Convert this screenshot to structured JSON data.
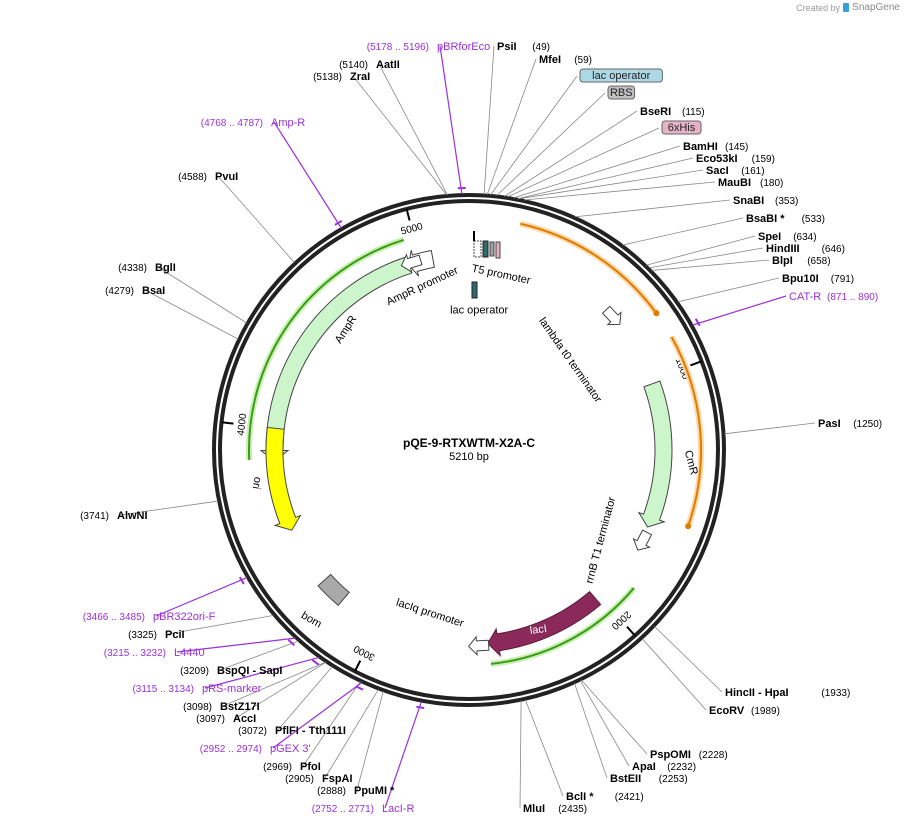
{
  "credit": {
    "text": "Created by",
    "brand": "SnapGene"
  },
  "plasmid": {
    "name": "pQE-9-RTXWTM-X2A-C",
    "length_label": "5210 bp",
    "length": 5210
  },
  "colors": {
    "backbone": "#222222",
    "site": "#000000",
    "primer": "#9b30d9",
    "ampr": "#ccf5cc",
    "cmr": "#ccf5cc",
    "ori": "#ffff00",
    "laci": "#8b2a5a",
    "bom": "#a9a9a9",
    "orange": "#e07b00",
    "green_track": "#3a9a1a",
    "lac_operator_fill": "#add8e6",
    "rbs_fill": "#c0c0c0",
    "his_fill": "#e6b3c6"
  },
  "ticks": [
    {
      "pos": 1000,
      "label": "1000"
    },
    {
      "pos": 2000,
      "label": "2000"
    },
    {
      "pos": 3000,
      "label": "3000"
    },
    {
      "pos": 4000,
      "label": "4000"
    },
    {
      "pos": 5000,
      "label": "5000"
    }
  ],
  "features": [
    {
      "id": "amp-r",
      "name": "AmpR",
      "start": 3860,
      "end": 4950,
      "dir": -1,
      "type": "cds",
      "color": "#ccf5cc"
    },
    {
      "id": "ampr-promoter",
      "name": "AmpR promoter",
      "start": 4950,
      "end": 5055,
      "dir": -1,
      "type": "promoter",
      "color": "#ffffff"
    },
    {
      "id": "cm-r",
      "name": "CmR",
      "start": 1015,
      "end": 1640,
      "dir": 1,
      "type": "cds",
      "color": "#ccf5cc"
    },
    {
      "id": "ori",
      "name": "ori",
      "start": 3555,
      "end": 4000,
      "dir": -1,
      "type": "rep",
      "color": "#ffff00"
    },
    {
      "id": "lac-i",
      "name": "lacI",
      "start": 2020,
      "end": 2525,
      "dir": 1,
      "type": "cds",
      "color": "#8b2a5a"
    },
    {
      "id": "bom",
      "name": "bom",
      "start": 3185,
      "end": 3300,
      "dir": 0,
      "type": "misc",
      "color": "#a9a9a9"
    }
  ],
  "feature_labels": [
    {
      "id": "amp-r",
      "text": "AmpR",
      "angle": -57
    },
    {
      "id": "ampr-promoter",
      "text": "AmpR promoter",
      "angle": -25
    },
    {
      "id": "cm-r",
      "text": "CmR",
      "angle": 75
    },
    {
      "id": "ori",
      "text": "ori",
      "angle": 100
    },
    {
      "id": "lac-i",
      "text": "lacI",
      "angle": -8
    },
    {
      "id": "bom",
      "text": "bom",
      "angle": 30
    },
    {
      "id": "lacIq-promoter",
      "text": "lacIq promoter",
      "angle": 18
    },
    {
      "id": "t5-promoter",
      "text": "T5 promoter",
      "angle": 12
    },
    {
      "id": "lac-operator-in",
      "text": "lac operator",
      "angle": 0
    },
    {
      "id": "lambda-t0",
      "text": "lambda t0 terminator",
      "angle": 55
    },
    {
      "id": "rrnb-t1",
      "text": "rrnB T1 terminator",
      "angle": -75
    }
  ],
  "sites": [
    {
      "name": "PsiI",
      "pos_label": "(49)",
      "pos": 49,
      "kind": "enzyme"
    },
    {
      "name": "MfeI",
      "pos_label": "(59)",
      "pos": 59,
      "kind": "enzyme"
    },
    {
      "name": "lac operator",
      "pos": 70,
      "kind": "feature-box"
    },
    {
      "name": "RBS",
      "pos": 90,
      "kind": "feature-box"
    },
    {
      "name": "BseRI",
      "pos_label": "(115)",
      "pos": 115,
      "kind": "enzyme"
    },
    {
      "name": "6xHis",
      "pos": 125,
      "kind": "feature-box"
    },
    {
      "name": "BamHI",
      "pos_label": "(145)",
      "pos": 145,
      "kind": "enzyme"
    },
    {
      "name": "Eco53kI",
      "pos_label": "(159)",
      "pos": 159,
      "kind": "enzyme"
    },
    {
      "name": "SacI",
      "pos_label": "(161)",
      "pos": 161,
      "kind": "enzyme"
    },
    {
      "name": "MauBI",
      "pos_label": "(180)",
      "pos": 180,
      "kind": "enzyme"
    },
    {
      "name": "SnaBI",
      "pos_label": "(353)",
      "pos": 353,
      "kind": "enzyme"
    },
    {
      "name": "BsaBI *",
      "pos_label": "(533)",
      "pos": 533,
      "kind": "enzyme"
    },
    {
      "name": "SpeI",
      "pos_label": "(634)",
      "pos": 634,
      "kind": "enzyme"
    },
    {
      "name": "HindIII",
      "pos_label": "(646)",
      "pos": 646,
      "kind": "enzyme"
    },
    {
      "name": "BlpI",
      "pos_label": "(658)",
      "pos": 658,
      "kind": "enzyme"
    },
    {
      "name": "Bpu10I",
      "pos_label": "(791)",
      "pos": 791,
      "kind": "enzyme"
    },
    {
      "name": "CAT-R",
      "pos_label": "(871 .. 890)",
      "pos": 880,
      "kind": "primer"
    },
    {
      "name": "PasI",
      "pos_label": "(1250)",
      "pos": 1250,
      "kind": "enzyme"
    },
    {
      "name": "HincII - HpaI",
      "pos_label": "(1933)",
      "pos": 1933,
      "kind": "enzyme"
    },
    {
      "name": "EcoRV",
      "pos_label": "(1989)",
      "pos": 1989,
      "kind": "enzyme"
    },
    {
      "name": "PspOMI",
      "pos_label": "(2228)",
      "pos": 2228,
      "kind": "enzyme"
    },
    {
      "name": "ApaI",
      "pos_label": "(2232)",
      "pos": 2232,
      "kind": "enzyme"
    },
    {
      "name": "BstEII",
      "pos_label": "(2253)",
      "pos": 2253,
      "kind": "enzyme"
    },
    {
      "name": "BclI *",
      "pos_label": "(2421)",
      "pos": 2421,
      "kind": "enzyme"
    },
    {
      "name": "MluI",
      "pos_label": "(2435)",
      "pos": 2435,
      "kind": "enzyme"
    },
    {
      "name": "LacI-R",
      "pos_label": "(2752 .. 2771)",
      "pos": 2760,
      "kind": "primer"
    },
    {
      "name": "PpuMI *",
      "pos_label": "(2888)",
      "pos": 2888,
      "kind": "enzyme"
    },
    {
      "name": "FspAI",
      "pos_label": "(2905)",
      "pos": 2905,
      "kind": "enzyme"
    },
    {
      "name": "PfoI",
      "pos_label": "(2969)",
      "pos": 2969,
      "kind": "enzyme"
    },
    {
      "name": "pGEX 3'",
      "pos_label": "(2952 .. 2974)",
      "pos": 2963,
      "kind": "primer"
    },
    {
      "name": "PflFI - Tth111I",
      "pos_label": "(3072)",
      "pos": 3072,
      "kind": "enzyme"
    },
    {
      "name": "AccI",
      "pos_label": "(3097)",
      "pos": 3097,
      "kind": "enzyme"
    },
    {
      "name": "BstZ17I",
      "pos_label": "(3098)",
      "pos": 3098,
      "kind": "enzyme"
    },
    {
      "name": "pRS-marker",
      "pos_label": "(3115 .. 3134)",
      "pos": 3124,
      "kind": "primer"
    },
    {
      "name": "BspQI - SapI",
      "pos_label": "(3209)",
      "pos": 3209,
      "kind": "enzyme"
    },
    {
      "name": "L4440",
      "pos_label": "(3215 .. 3232)",
      "pos": 3223,
      "kind": "primer"
    },
    {
      "name": "PciI",
      "pos_label": "(3325)",
      "pos": 3325,
      "kind": "enzyme"
    },
    {
      "name": "pBR322ori-F",
      "pos_label": "(3466 .. 3485)",
      "pos": 3475,
      "kind": "primer"
    },
    {
      "name": "AlwNI",
      "pos_label": "(3741)",
      "pos": 3741,
      "kind": "enzyme"
    },
    {
      "name": "BsaI",
      "pos_label": "(4279)",
      "pos": 4279,
      "kind": "enzyme"
    },
    {
      "name": "BglI",
      "pos_label": "(4338)",
      "pos": 4338,
      "kind": "enzyme"
    },
    {
      "name": "PvuI",
      "pos_label": "(4588)",
      "pos": 4588,
      "kind": "enzyme"
    },
    {
      "name": "Amp-R",
      "pos_label": "(4768 .. 4787)",
      "pos": 4777,
      "kind": "primer"
    },
    {
      "name": "ZraI",
      "pos_label": "(5138)",
      "pos": 5138,
      "kind": "enzyme"
    },
    {
      "name": "AatII",
      "pos_label": "(5140)",
      "pos": 5140,
      "kind": "enzyme"
    },
    {
      "name": "pBRforEco",
      "pos_label": "(5178 .. 5196)",
      "pos": 5187,
      "kind": "primer"
    }
  ]
}
